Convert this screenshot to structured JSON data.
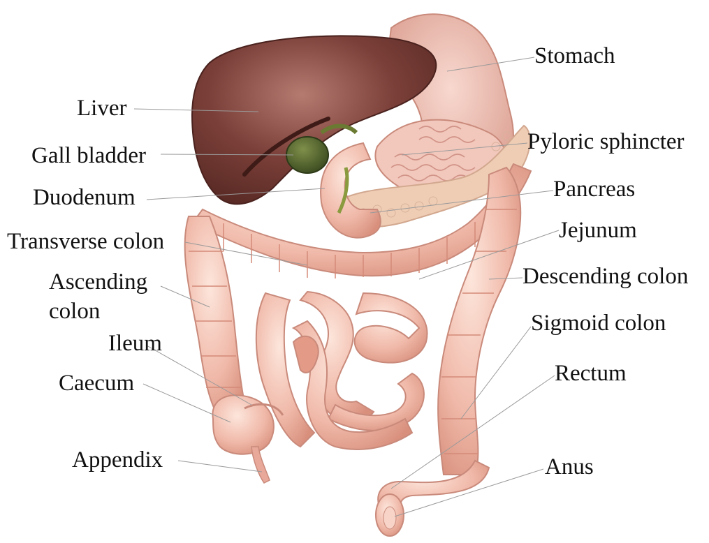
{
  "labels": {
    "stomach": "Stomach",
    "liver": "Liver",
    "pyloric_sphincter": "Pyloric sphincter",
    "gall_bladder": "Gall bladder",
    "duodenum": "Duodenum",
    "pancreas": "Pancreas",
    "jejunum": "Jejunum",
    "transverse_colon": "Transverse colon",
    "ascending_colon_line1": "Ascending",
    "ascending_colon_line2": "colon",
    "descending_colon": "Descending colon",
    "ileum": "Ileum",
    "sigmoid_colon": "Sigmoid colon",
    "caecum": "Caecum",
    "rectum": "Rectum",
    "appendix": "Appendix",
    "anus": "Anus"
  },
  "colors": {
    "liver": "#7a3f38",
    "gall_bladder": "#4a5a2a",
    "stomach": "#e8b3a8",
    "intestine": "#f0b9a9",
    "pancreas": "#efcdb5",
    "leader_line": "#9a9a9a",
    "text": "#111111"
  }
}
